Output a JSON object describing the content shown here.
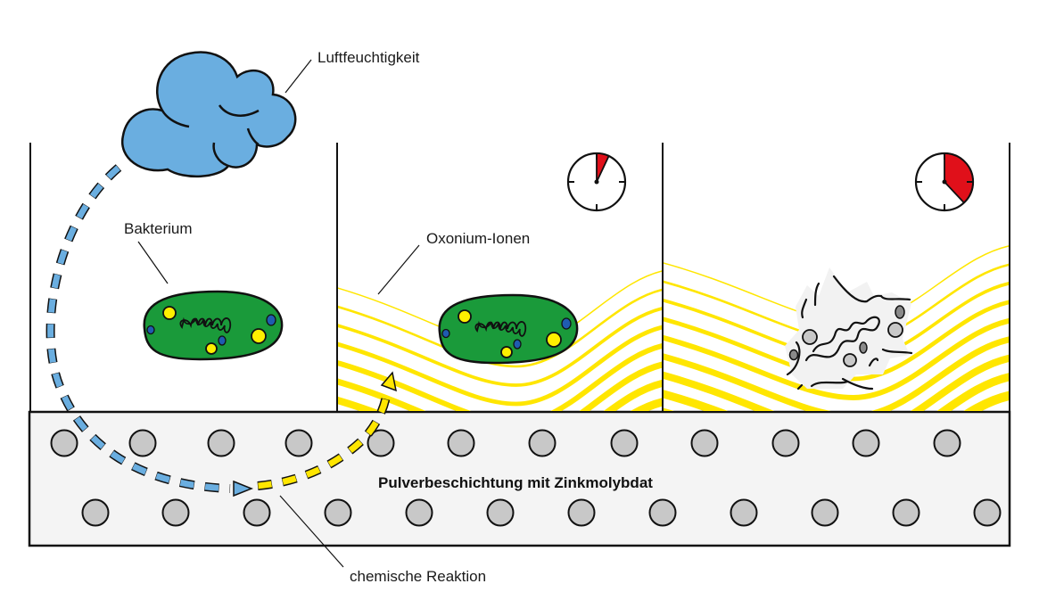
{
  "labels": {
    "humidity": "Luftfeuchtigkeit",
    "bacterium": "Bakterium",
    "oxonium": "Oxonium-Ionen",
    "coating": "Pulverbeschichtung mit Zinkmolybdat",
    "reaction": "chemische Reaktion"
  },
  "colors": {
    "cloud": "#6aaee0",
    "bacterium_body": "#1a9a3a",
    "bacterium_granule_yellow": "#fff000",
    "bacterium_granule_blue": "#1f5cb0",
    "ions": "#ffe600",
    "coating_bg": "#f4f4f4",
    "particle": "#c8c8c8",
    "clock_fill": "#e0101a",
    "debris": "#f2f2f2",
    "debris_particle": "#8a8a8a"
  },
  "panels": [
    {
      "id": "initial",
      "clock_fraction": null,
      "state": "intact-bacterium"
    },
    {
      "id": "early",
      "clock_fraction": 0.07,
      "state": "intact-bacterium-with-ions"
    },
    {
      "id": "late",
      "clock_fraction": 0.38,
      "state": "destroyed-bacterium"
    }
  ],
  "coating": {
    "particle_rows": 2,
    "particles_per_row": 12
  }
}
